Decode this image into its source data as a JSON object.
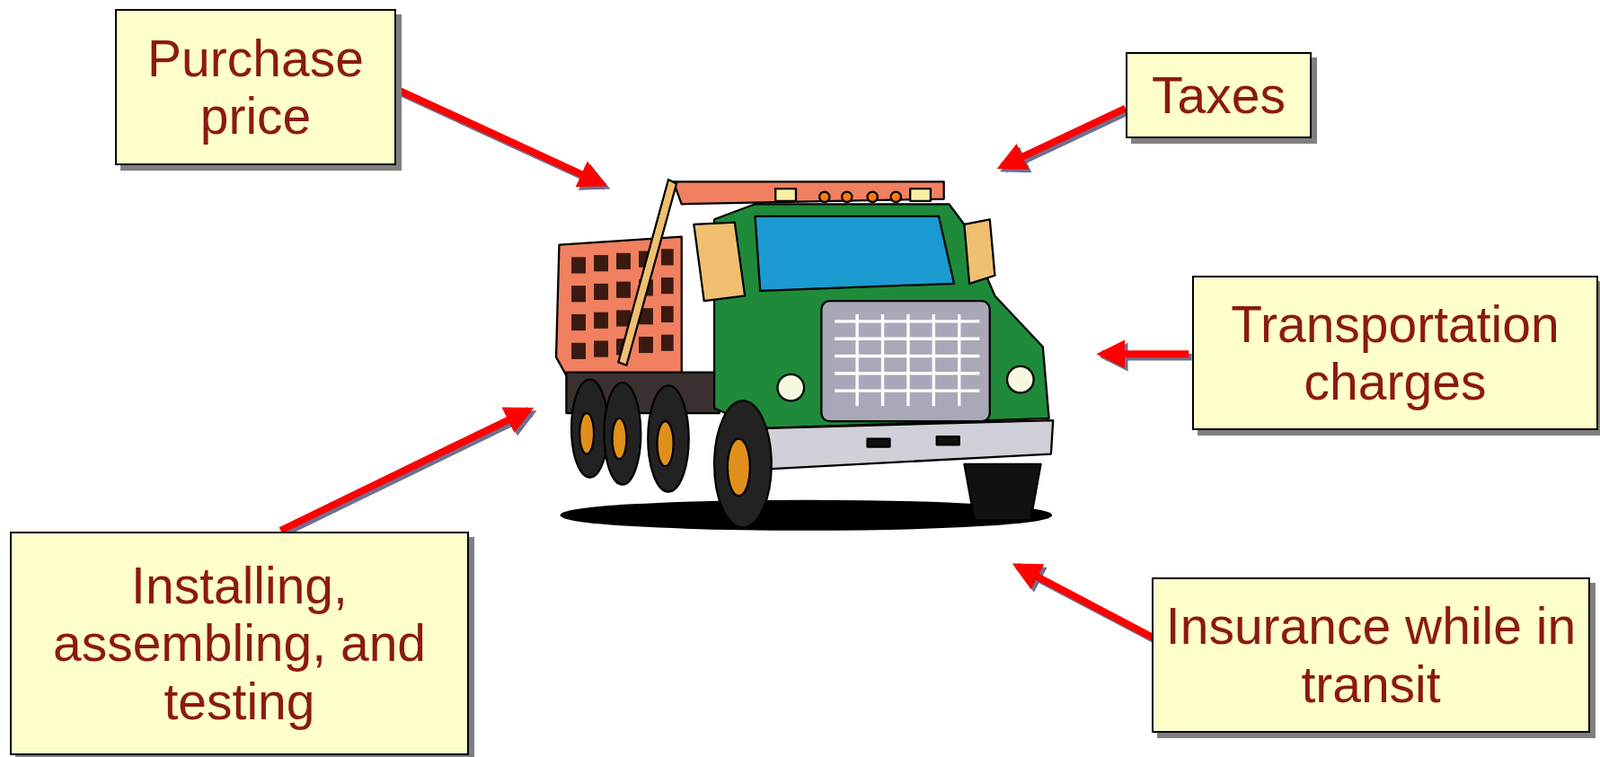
{
  "diagram": {
    "nodes": [
      {
        "text": [
          "Purchase price"
        ]
      },
      {
        "text": [
          "Taxes"
        ]
      },
      {
        "text": [
          "Transportation charges"
        ]
      },
      {
        "text": [
          "Installing, assembling, and testing"
        ]
      },
      {
        "text": [
          "Insurance while in transit"
        ]
      }
    ]
  }
}
